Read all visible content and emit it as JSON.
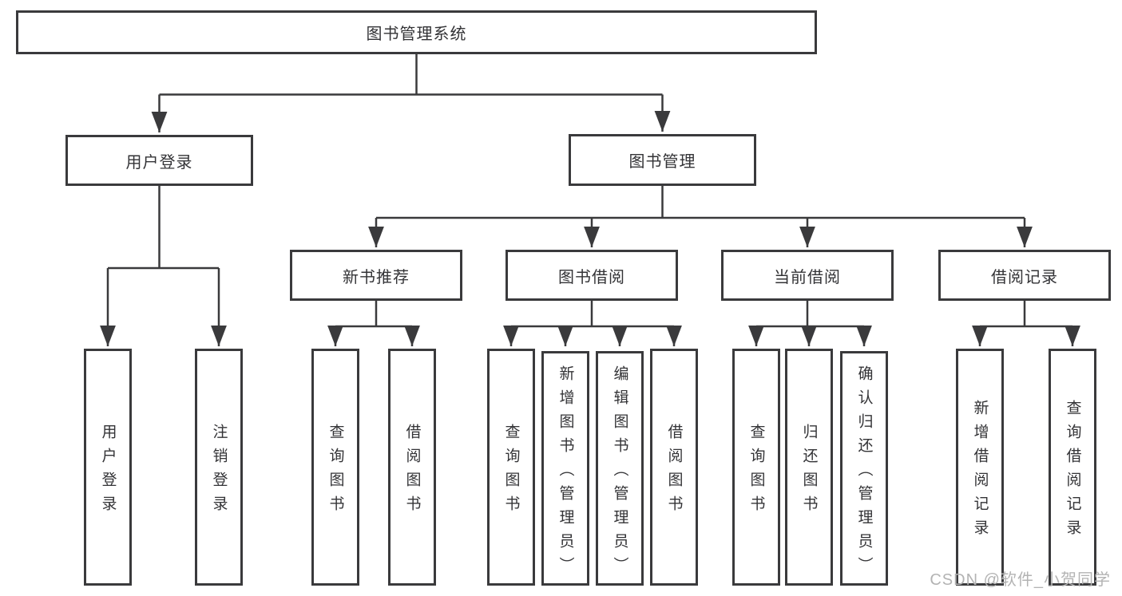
{
  "tree": {
    "label": "图书管理系统",
    "children": [
      {
        "label": "用户登录",
        "children": [
          {
            "label": "用户登录"
          },
          {
            "label": "注销登录"
          }
        ]
      },
      {
        "label": "图书管理",
        "children": [
          {
            "label": "新书推荐",
            "children": [
              {
                "label": "查询图书"
              },
              {
                "label": "借阅图书"
              }
            ]
          },
          {
            "label": "图书借阅",
            "children": [
              {
                "label": "查询图书"
              },
              {
                "label": "新增图书（管理员）"
              },
              {
                "label": "编辑图书（管理员）"
              },
              {
                "label": "借阅图书"
              }
            ]
          },
          {
            "label": "当前借阅",
            "children": [
              {
                "label": "查询图书"
              },
              {
                "label": "归还图书"
              },
              {
                "label": "确认归还（管理员）"
              }
            ]
          },
          {
            "label": "借阅记录",
            "children": [
              {
                "label": "新增借阅记录"
              },
              {
                "label": "查询借阅记录"
              }
            ]
          }
        ]
      }
    ]
  },
  "watermark": "CSDN @软件_小贺同学",
  "colors": {
    "line": "#3a3a3c",
    "text": "#333336",
    "watermark": "#b3b3b3",
    "background": "#ffffff"
  }
}
